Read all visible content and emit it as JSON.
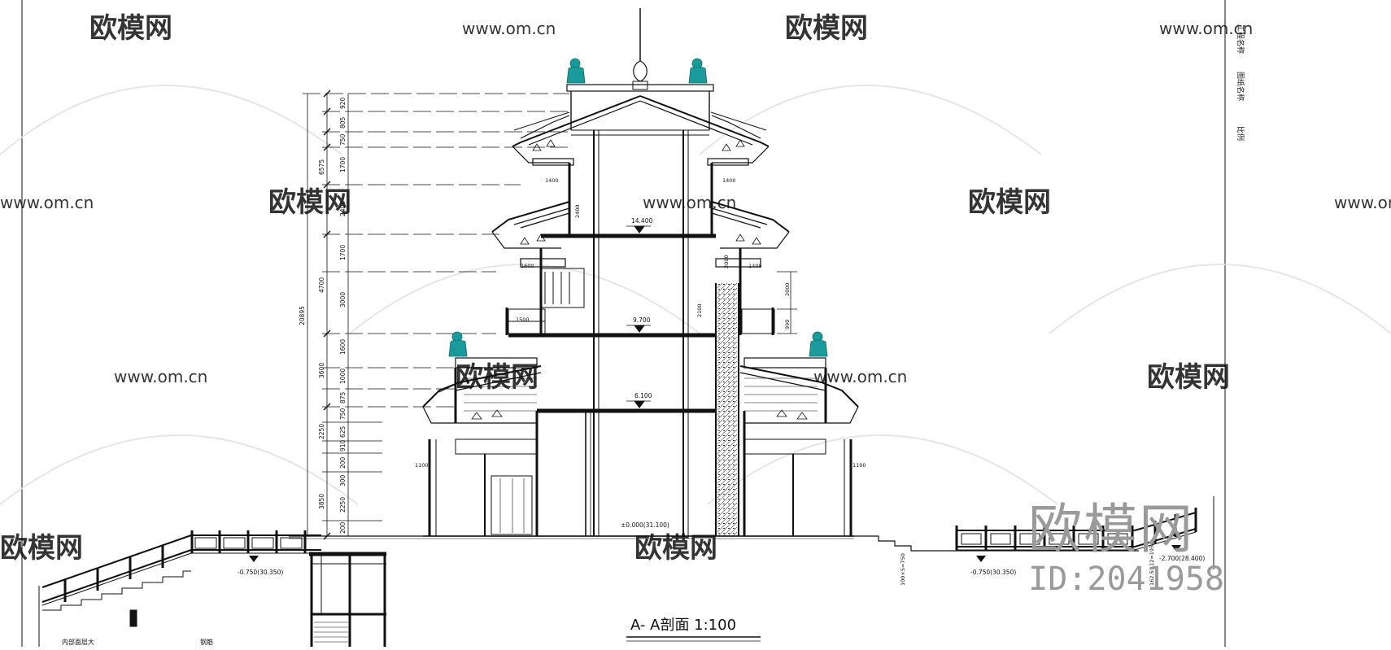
{
  "drawing": {
    "title": "A- A剖面 1:100",
    "levels": {
      "roof_floor": "14.400",
      "third_floor": "9.700",
      "second_floor": "6.100",
      "ground": "±0.000(31.100)",
      "plaza_left": "-0.750(30.350)",
      "plaza_right": "-0.750(30.350)",
      "stair_bottom": "-2.700(28.400)"
    },
    "dimensions": {
      "overall_height": "20895",
      "left_chain_upper": [
        "920",
        "805",
        "750",
        "1700",
        "2400"
      ],
      "left_chain_lower": [
        "1700",
        "3000",
        "1600",
        "1000",
        "875",
        "750",
        "625",
        "910",
        "200",
        "300",
        "2250",
        "200"
      ],
      "left_group_labels": [
        "6575",
        "4700",
        "3600",
        "2250",
        "3850"
      ],
      "eave_widths": [
        "1400",
        "1400",
        "1600",
        "1400",
        "1500",
        "1100",
        "1100"
      ],
      "upper_height_2400": "2400",
      "stair_height_2100": "2100",
      "stair_height_2000": "2000",
      "balcony_height_2000": "2000",
      "balcony_height_990": "990",
      "step_note_right": "100×5=750",
      "step_note_far_right": "162.5×12=1950"
    },
    "notes": {
      "bottom_left": "内部面层大",
      "bottom_mid": "钢筋"
    },
    "title_block": {
      "line1": "工程名称",
      "line2": "图纸名称",
      "line3": "比例"
    },
    "watermark": {
      "brand": "欧模网",
      "site": "www.om.cn",
      "id": "ID:2041958"
    },
    "colors": {
      "line": "#111111",
      "ornament": "#1a9a9a",
      "watermark": "#c9c9c9"
    }
  }
}
